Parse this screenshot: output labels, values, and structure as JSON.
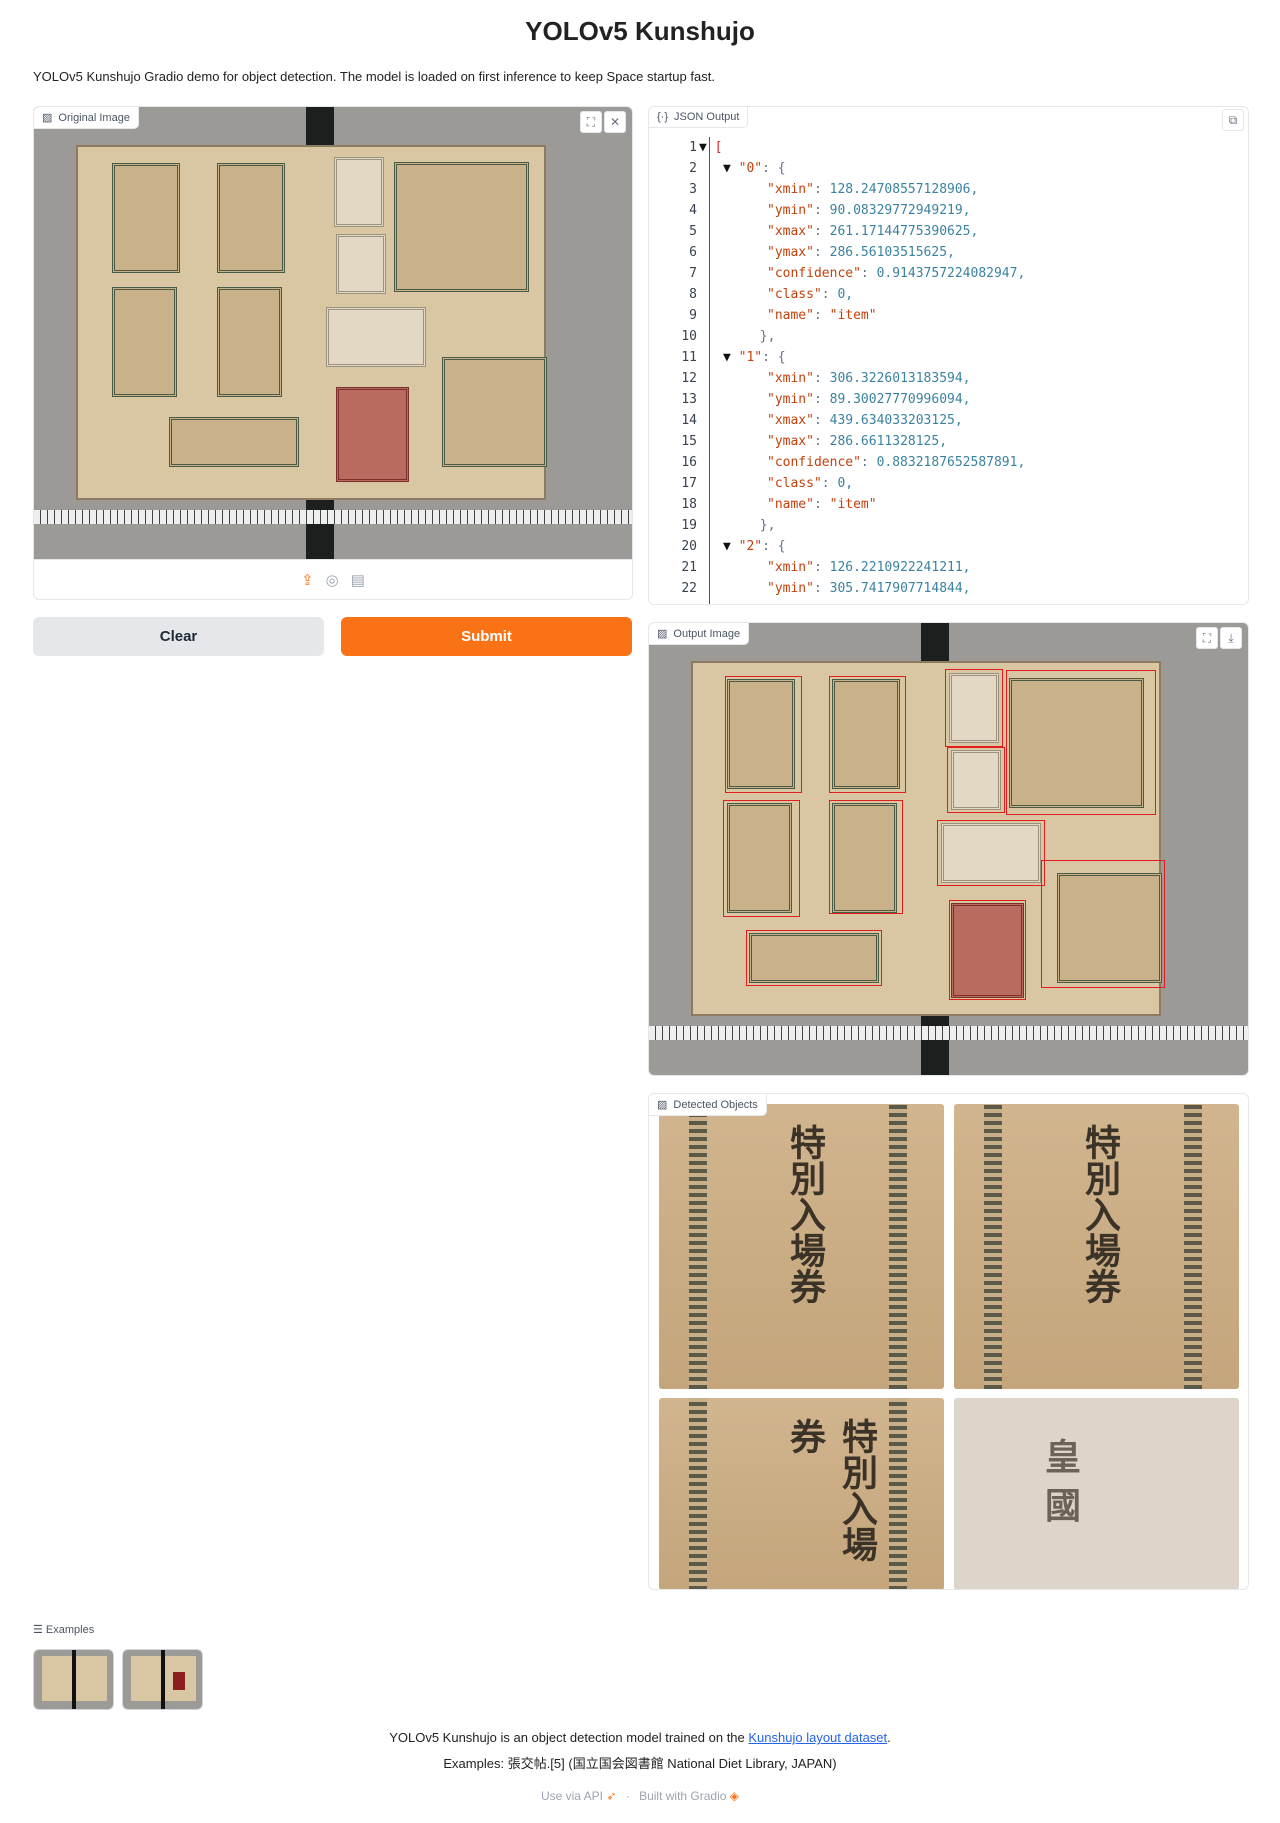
{
  "title": "YOLOv5 Kunshujo",
  "description": "YOLOv5 Kunshujo Gradio demo for object detection. The model is loaded on first inference to keep Space startup fast.",
  "input_panel": {
    "label": "Original Image",
    "icons": [
      "fullscreen-icon",
      "close-icon",
      "upload-icon",
      "webcam-icon",
      "clipboard-icon"
    ]
  },
  "buttons": {
    "clear": "Clear",
    "submit": "Submit"
  },
  "colors": {
    "accent": "#f97316",
    "box": "#e11d1d"
  },
  "json_panel": {
    "label": "JSON Output",
    "lines": [
      {
        "n": "1",
        "ind": 0,
        "tri": true,
        "parts": [
          [
            "p",
            "["
          ]
        ]
      },
      {
        "n": "2",
        "ind": 1,
        "tri": true,
        "parts": [
          [
            "k",
            "\"0\""
          ],
          [
            "p",
            ": {"
          ]
        ]
      },
      {
        "n": "3",
        "ind": 2,
        "parts": [
          [
            "k",
            "\"xmin\""
          ],
          [
            "p",
            ": "
          ],
          [
            "v",
            "128.24708557128906,"
          ]
        ]
      },
      {
        "n": "4",
        "ind": 2,
        "parts": [
          [
            "k",
            "\"ymin\""
          ],
          [
            "p",
            ": "
          ],
          [
            "v",
            "90.08329772949219,"
          ]
        ]
      },
      {
        "n": "5",
        "ind": 2,
        "parts": [
          [
            "k",
            "\"xmax\""
          ],
          [
            "p",
            ": "
          ],
          [
            "v",
            "261.17144775390625,"
          ]
        ]
      },
      {
        "n": "6",
        "ind": 2,
        "parts": [
          [
            "k",
            "\"ymax\""
          ],
          [
            "p",
            ": "
          ],
          [
            "v",
            "286.56103515625,"
          ]
        ]
      },
      {
        "n": "7",
        "ind": 2,
        "parts": [
          [
            "k",
            "\"confidence\""
          ],
          [
            "p",
            ": "
          ],
          [
            "v",
            "0.9143757224082947,"
          ]
        ]
      },
      {
        "n": "8",
        "ind": 2,
        "parts": [
          [
            "k",
            "\"class\""
          ],
          [
            "p",
            ": "
          ],
          [
            "v",
            "0,"
          ]
        ]
      },
      {
        "n": "9",
        "ind": 2,
        "parts": [
          [
            "k",
            "\"name\""
          ],
          [
            "p",
            ": "
          ],
          [
            "k",
            "\"item\""
          ]
        ]
      },
      {
        "n": "10",
        "ind": 1.7,
        "parts": [
          [
            "p",
            "},"
          ]
        ]
      },
      {
        "n": "11",
        "ind": 1,
        "tri": true,
        "parts": [
          [
            "k",
            "\"1\""
          ],
          [
            "p",
            ": {"
          ]
        ]
      },
      {
        "n": "12",
        "ind": 2,
        "parts": [
          [
            "k",
            "\"xmin\""
          ],
          [
            "p",
            ": "
          ],
          [
            "v",
            "306.3226013183594,"
          ]
        ]
      },
      {
        "n": "13",
        "ind": 2,
        "parts": [
          [
            "k",
            "\"ymin\""
          ],
          [
            "p",
            ": "
          ],
          [
            "v",
            "89.30027770996094,"
          ]
        ]
      },
      {
        "n": "14",
        "ind": 2,
        "parts": [
          [
            "k",
            "\"xmax\""
          ],
          [
            "p",
            ": "
          ],
          [
            "v",
            "439.634033203125,"
          ]
        ]
      },
      {
        "n": "15",
        "ind": 2,
        "parts": [
          [
            "k",
            "\"ymax\""
          ],
          [
            "p",
            ": "
          ],
          [
            "v",
            "286.6611328125,"
          ]
        ]
      },
      {
        "n": "16",
        "ind": 2,
        "parts": [
          [
            "k",
            "\"confidence\""
          ],
          [
            "p",
            ": "
          ],
          [
            "v",
            "0.8832187652587891,"
          ]
        ]
      },
      {
        "n": "17",
        "ind": 2,
        "parts": [
          [
            "k",
            "\"class\""
          ],
          [
            "p",
            ": "
          ],
          [
            "v",
            "0,"
          ]
        ]
      },
      {
        "n": "18",
        "ind": 2,
        "parts": [
          [
            "k",
            "\"name\""
          ],
          [
            "p",
            ": "
          ],
          [
            "k",
            "\"item\""
          ]
        ]
      },
      {
        "n": "19",
        "ind": 1.7,
        "parts": [
          [
            "p",
            "},"
          ]
        ]
      },
      {
        "n": "20",
        "ind": 1,
        "tri": true,
        "parts": [
          [
            "k",
            "\"2\""
          ],
          [
            "p",
            ": {"
          ]
        ]
      },
      {
        "n": "21",
        "ind": 2,
        "parts": [
          [
            "k",
            "\"xmin\""
          ],
          [
            "p",
            ": "
          ],
          [
            "v",
            "126.2210922241211,"
          ]
        ]
      },
      {
        "n": "22",
        "ind": 2,
        "parts": [
          [
            "k",
            "\"ymin\""
          ],
          [
            "p",
            ": "
          ],
          [
            "v",
            "305.7417907714844,"
          ]
        ]
      }
    ]
  },
  "output_panel": {
    "label": "Output Image"
  },
  "gallery": {
    "label": "Detected Objects"
  },
  "examples": {
    "label": "Examples"
  },
  "footer": {
    "text_before": "YOLOv5 Kunshujo is an object detection model trained on the ",
    "link": "Kunshujo layout dataset",
    "text_after": ".",
    "examples_note": "Examples: 張交帖.[5] (国立国会図書館 National Diet Library, JAPAN)",
    "api": "Use via API",
    "sep": "·",
    "built": "Built with Gradio"
  }
}
